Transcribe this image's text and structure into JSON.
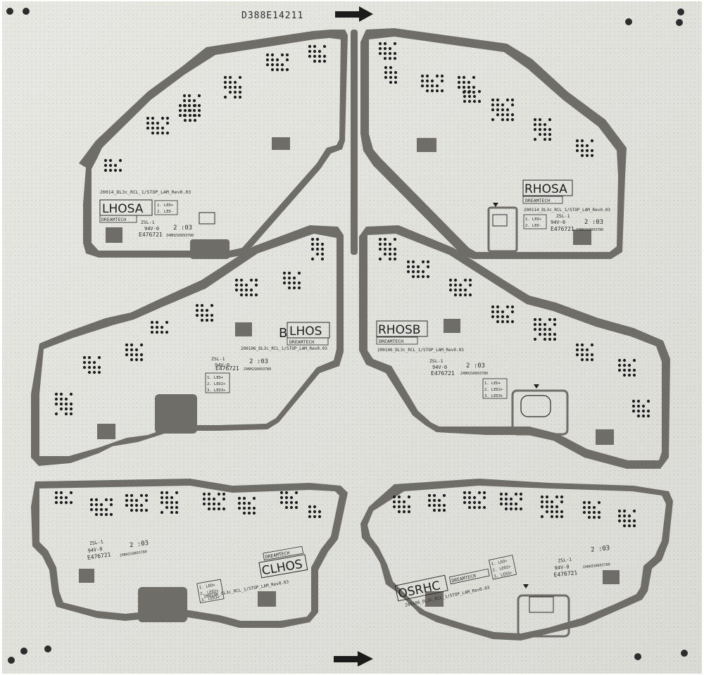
{
  "panel": {
    "id_code": "D388E14211",
    "colors": {
      "board": "#e6e6e1",
      "slot": "#6e6d68",
      "silk": "#2a2a2a",
      "via": "#1d1d1d",
      "hole": "#2d2d2d",
      "arrow": "#1b1b1b"
    },
    "arrows": [
      "arrow-right-icon",
      "arrow-right-icon"
    ]
  },
  "pcbs": [
    {
      "model": "LHOSA",
      "company": "DREAMTECH",
      "part_text": "20014_DL3c_RCL_1/STOP_LAM_Rev0.03",
      "zsl": "ZSL-1",
      "rating": "94V-0",
      "ul": "E476721",
      "date": "2 :03",
      "lot": "Z4BH2S0893780",
      "pins": [
        "1. LED+",
        "2. LED-"
      ]
    },
    {
      "model": "RHOSA",
      "company": "DREAMTECH",
      "part_text": "200114_DL3c_RCL_1/STOP_LAM_Rev0.03",
      "zsl": "ZSL-1",
      "rating": "94V-0",
      "ul": "E476721",
      "date": "2 :03",
      "lot": "Z4BH2S0893780",
      "pins": [
        "1. LED+",
        "2. LED-"
      ]
    },
    {
      "model": "LHOS",
      "prefix": "B",
      "company": "DREAMTECH",
      "part_text": "200106_DL3c_RCL_1/STOP_LAM_Rev0.03",
      "zsl": "ZSL-1",
      "rating": "94V-0",
      "ul": "E476721",
      "date": "2 :03",
      "lot": "Z4BH2S0893780",
      "pins": [
        "1. LED+",
        "2. LED2+",
        "3. LED3+"
      ]
    },
    {
      "model": "RHOSB",
      "company": "DREAMTECH",
      "part_text": "200106_DL3c_RCL_1/STOP_LAM_Rev0.03",
      "zsl": "ZSL-1",
      "rating": "94V-0",
      "ul": "E476721",
      "date": "2 :03",
      "lot": "Z4BH2S0893780",
      "pins": [
        "1. LED+",
        "2. LED2+",
        "3. LED3+"
      ]
    },
    {
      "model": "CLHOS",
      "company": "DREAMTECH",
      "part_text": "200106_DL3c_RCL_1/STOP_LAM_Rev0.03",
      "zsl": "ZSL-1",
      "rating": "94V-0",
      "ul": "E476721",
      "date": "2 :03",
      "lot": "Z4BH2S0893780",
      "pins": [
        "1. LED+",
        "2. LED2+",
        "3. LED3+"
      ]
    },
    {
      "model": "OSRHC",
      "company": "DREAMTECH",
      "part_text": "200106_DL3c_RCL_1/STOP_LAM_Rev0.03",
      "zsl": "ZSL-1",
      "rating": "94V-0",
      "ul": "E476721",
      "date": "2 :03",
      "lot": "Z4BH2S0893780",
      "pins": [
        "1. LED+",
        "2. LED2+",
        "3. LED3+"
      ]
    }
  ]
}
